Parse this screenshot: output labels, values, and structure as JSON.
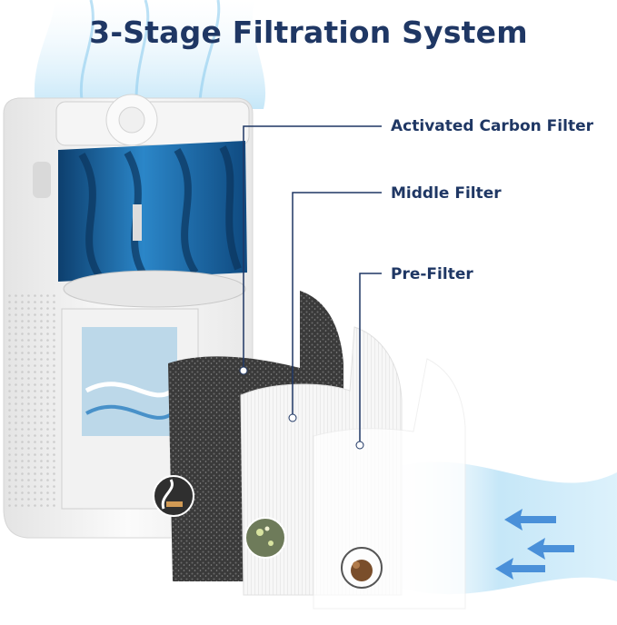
{
  "title": "3-Stage Filtration System",
  "callouts": {
    "carbon": "Activated Carbon Filter",
    "middle": "Middle Filter",
    "pre": "Pre-Filter"
  },
  "colors": {
    "title": "#1f3764",
    "callout_line": "#1f3764",
    "fan_blue": "#1e6fb0",
    "air_blue": "#9fd3f2",
    "carbon": "#3b3b3b",
    "purifier_body": "#f2f2f2"
  },
  "icons": [
    "air-flow-icon",
    "smoke-icon",
    "pollen-icon",
    "dust-icon"
  ]
}
